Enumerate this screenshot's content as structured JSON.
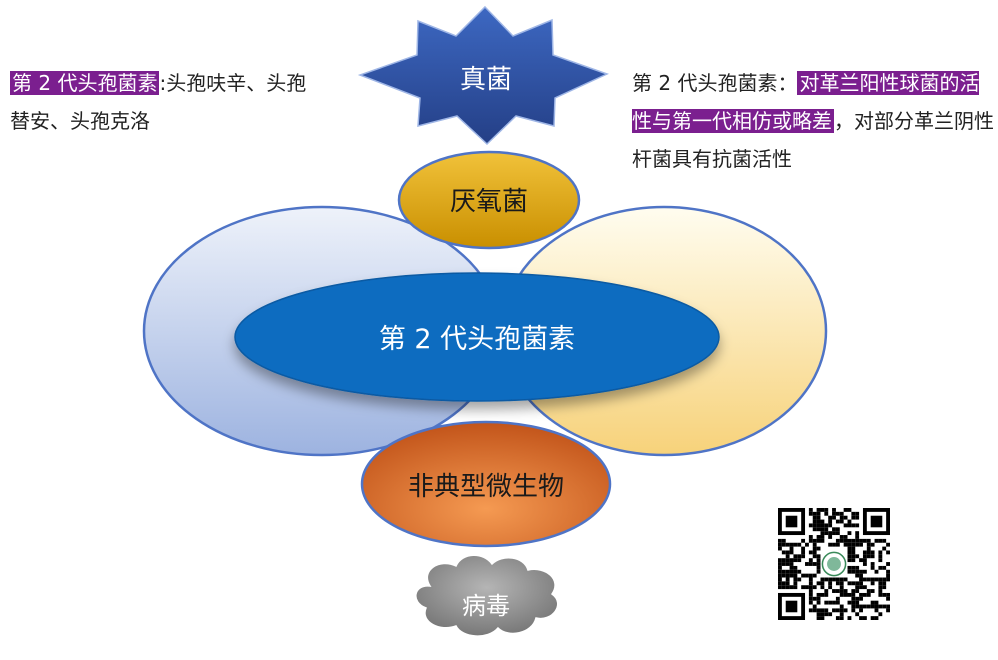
{
  "colors": {
    "highlight": "#7b1f8f",
    "center": "#0a6cc0",
    "star": "#2e55a8",
    "anaerobe": "#e8b108",
    "atypical": "#e06a1c",
    "virus": "#9a9a9a"
  },
  "left_note": {
    "highlight": "第 2 代头孢菌素",
    "text": ":头孢呋辛、头孢替安、头孢克洛"
  },
  "right_note": {
    "prefix": "第 2 代头孢菌素：",
    "highlight": "对革兰阳性球菌的活性与第一代相仿或略差",
    "suffix": "，对部分革兰阴性杆菌具有抗菌活性"
  },
  "diagram": {
    "center": "第 2 代头孢菌素",
    "fungi": "真菌",
    "anaerobes": "厌氧菌",
    "atypical": "非典型微生物",
    "virus": "病毒"
  },
  "qr_icon": "qr-code-icon"
}
